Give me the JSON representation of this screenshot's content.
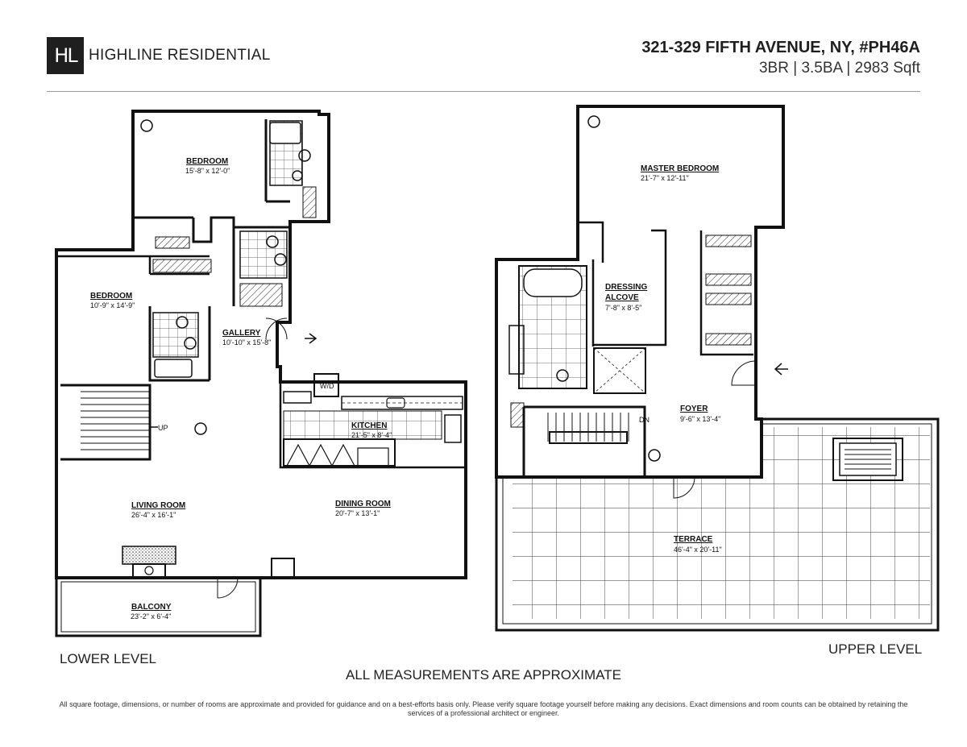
{
  "header": {
    "logo_mark": "HL",
    "brand": "HIGHLINE RESIDENTIAL",
    "address": "321-329 FIFTH AVENUE, NY, #PH46A",
    "specs": "3BR | 3.5BA | 2983 Sqft"
  },
  "lower": {
    "level_label": "LOWER LEVEL",
    "rooms": {
      "bedroom1": {
        "name": "BEDROOM",
        "dims": "15'-8\" x 12'-0\""
      },
      "bedroom2": {
        "name": "BEDROOM",
        "dims": "10'-9\" x 14'-9\""
      },
      "gallery": {
        "name": "GALLERY",
        "dims": "10'-10\" x 15'-8\""
      },
      "kitchen": {
        "name": "KITCHEN",
        "dims": "21'-5\" x 8'-4\""
      },
      "living": {
        "name": "LIVING ROOM",
        "dims": "26'-4\" x 16'-1\""
      },
      "dining": {
        "name": "DINING ROOM",
        "dims": "20'-7\" x 13'-1\""
      },
      "balcony": {
        "name": "BALCONY",
        "dims": "23'-2\" x 6'-4\""
      }
    },
    "wd": "W/D",
    "stair": "UP"
  },
  "upper": {
    "level_label": "UPPER LEVEL",
    "rooms": {
      "master": {
        "name": "MASTER BEDROOM",
        "dims": "21'-7\" x 12'-11\""
      },
      "dressing1": "DRESSING",
      "dressing2": "ALCOVE",
      "dressing_dims": "7'-8\" x 8'-5\"",
      "foyer": {
        "name": "FOYER",
        "dims": "9'-6\" x 13'-4\""
      },
      "terrace": {
        "name": "TERRACE",
        "dims": "46'-4\" x 20'-11\""
      }
    },
    "stair": "DN"
  },
  "footer": {
    "approx": "ALL MEASUREMENTS ARE APPROXIMATE",
    "disclaimer": "All square footage, dimensions, or number of rooms are approximate and provided for guidance and on a best-efforts basis only. Please verify square footage yourself before making any decisions. Exact dimensions and room counts can be obtained by retaining the services of a professional architect or engineer."
  }
}
